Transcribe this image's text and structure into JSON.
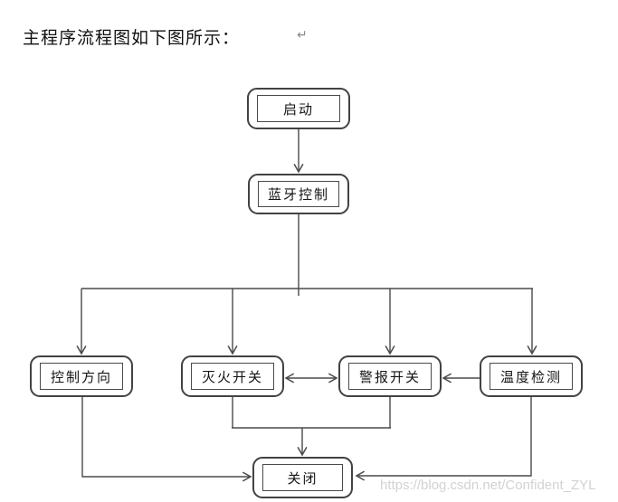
{
  "page": {
    "title": "主程序流程图如下图所示：",
    "paragraph_mark": "↵"
  },
  "flowchart": {
    "nodes": [
      {
        "id": "start",
        "label": "启动"
      },
      {
        "id": "bluetooth",
        "label": "蓝牙控制"
      },
      {
        "id": "direction",
        "label": "控制方向"
      },
      {
        "id": "extinguish",
        "label": "灭火开关"
      },
      {
        "id": "alarm",
        "label": "警报开关"
      },
      {
        "id": "temperature",
        "label": "温度检测"
      },
      {
        "id": "close",
        "label": "关闭"
      }
    ],
    "edges": [
      {
        "from": "启动",
        "to": "蓝牙控制",
        "type": "arrow"
      },
      {
        "from": "蓝牙控制",
        "to": "控制方向",
        "type": "arrow"
      },
      {
        "from": "蓝牙控制",
        "to": "灭火开关",
        "type": "arrow"
      },
      {
        "from": "蓝牙控制",
        "to": "警报开关",
        "type": "arrow"
      },
      {
        "from": "蓝牙控制",
        "to": "温度检测",
        "type": "arrow"
      },
      {
        "from": "灭火开关",
        "to": "警报开关",
        "type": "double-arrow"
      },
      {
        "from": "温度检测",
        "to": "警报开关",
        "type": "arrow"
      },
      {
        "from": "控制方向",
        "to": "关闭",
        "type": "arrow"
      },
      {
        "from": "灭火开关",
        "to": "关闭",
        "type": "arrow"
      },
      {
        "from": "警报开关",
        "to": "关闭",
        "type": "arrow"
      },
      {
        "from": "温度检测",
        "to": "关闭",
        "type": "arrow"
      }
    ]
  },
  "watermark": {
    "text": "https://blog.csdn.net/Confident_ZYL"
  },
  "colors": {
    "stroke": "#4a4a4a",
    "border": "#424242",
    "text": "#141414",
    "watermark": "#d2d2d2",
    "background": "#ffffff"
  }
}
